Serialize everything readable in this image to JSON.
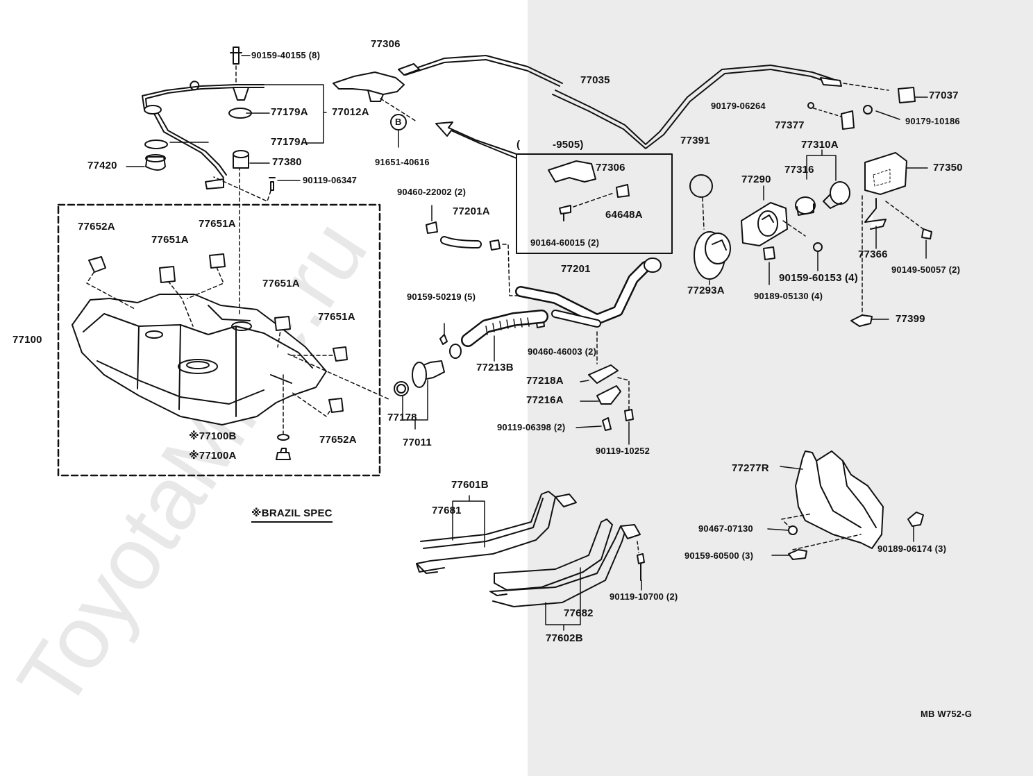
{
  "watermark": "ToyotaMine.ru",
  "catalog_code": "MB  W752-G",
  "note": "※BRAZIL SPEC",
  "labels": [
    "90159-40155 (8)",
    "77306",
    "77035",
    "77037",
    "90179-06264",
    "77377",
    "90179-10186",
    "77179A",
    "77012A",
    "77179A",
    "77420",
    "77380",
    "90119-06347",
    "91651-40616",
    "B",
    "(",
    "-9505)",
    "77306",
    "64648A",
    "90164-60015 (2)",
    "90460-22002 (2)",
    "77201A",
    "77391",
    "77310A",
    "77316",
    "77290",
    "77350",
    "77652A",
    "77651A",
    "77651A",
    "77651A",
    "77651A",
    "77100",
    "77293A",
    "90159-60153 (4)",
    "90189-05130 (4)",
    "77366",
    "90149-50057 (2)",
    "77399",
    "77201",
    "90159-50219 (5)",
    "90460-46003 (2)",
    "77213B",
    "77218A",
    "77216A",
    "90119-06398 (2)",
    "90119-10252",
    "77178",
    "77011",
    "※77100B",
    "※77100A",
    "77652A",
    "77601B",
    "77681",
    "77277R",
    "90467-07130",
    "90159-60500 (3)",
    "90189-06174 (3)",
    "90119-10700 (2)",
    "77682",
    "77602B"
  ]
}
